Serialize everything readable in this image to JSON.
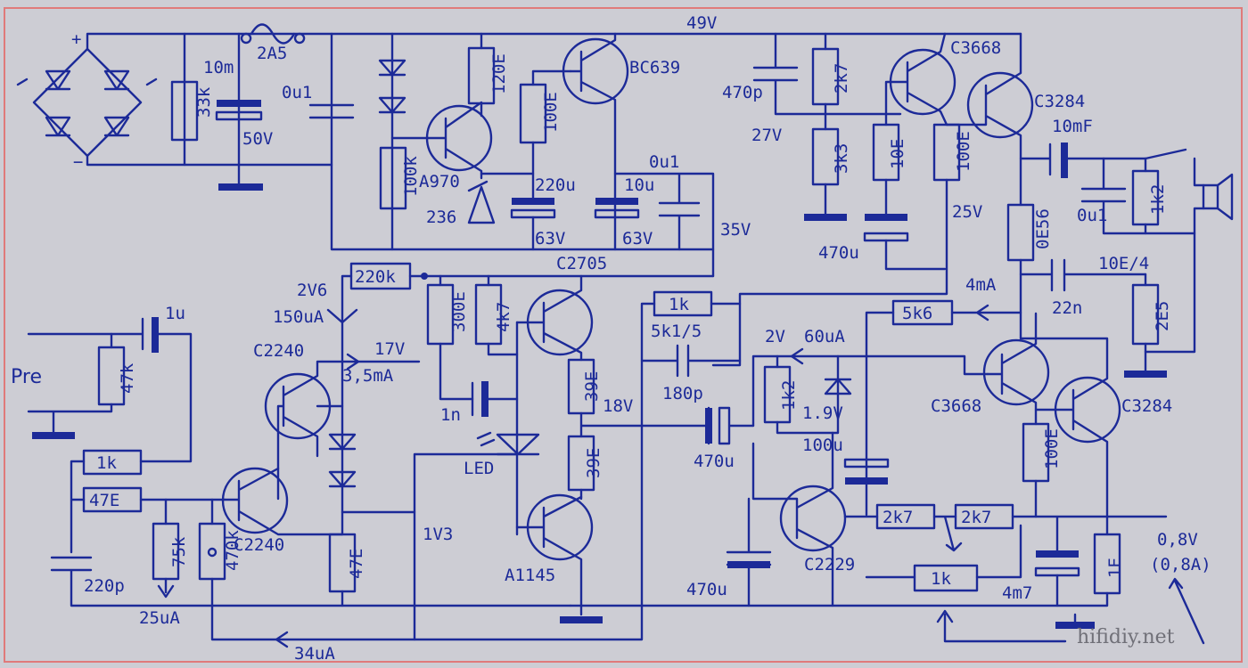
{
  "rails": {
    "main": "49V"
  },
  "labels": {
    "r_33k": "33k",
    "c_10m": "10m",
    "v_50v": "50V",
    "fuse": "2A5",
    "c_0u1_a": "0u1",
    "r_100k": "100k",
    "q_a970": "A970",
    "z_236": "236",
    "r_120e": "120E",
    "r_100e_a": "100E",
    "q_bc639": "BC639",
    "c_220u": "220u",
    "v_63v_a": "63V",
    "c_10u": "10u",
    "v_63v_b": "63V",
    "c_0u1_b": "0u1",
    "v_35v": "35V",
    "c_470p": "470p",
    "v_27v": "27V",
    "r_2k7_a": "2k7",
    "r_3k3": "3k3",
    "q_c3668_a": "C3668",
    "r_10e_a": "10E",
    "r_100e_b": "100E",
    "c_470u_a": "470u",
    "q_c3284_a": "C3284",
    "v_25v": "25V",
    "r_0e56": "0E56",
    "c_10mf": "10mF",
    "c_0u1_c": "0u1",
    "r_1k2_a": "1k2",
    "r_10e4": "10E/4",
    "c_22n": "22n",
    "r_2e5": "2E5",
    "i_4ma": "4mA",
    "r_220k": "220k",
    "r_300e": "300E",
    "r_4k7": "4k7",
    "q_c2705": "C2705",
    "v_2v6": "2V6",
    "i_150ua": "150uA",
    "c_1u": "1u",
    "r_47k": "47k",
    "pre": "Pre",
    "q_c2240_a": "C2240",
    "v_17v": "17V",
    "i_3_5ma": "3,5mA",
    "c_1n": "1n",
    "led": "LED",
    "r_39e_a": "39E",
    "r_39e_b": "39E",
    "v_18v": "18V",
    "q_a1145": "A1145",
    "r_1k_a": "1k",
    "r_5k1_5": "5k1/5",
    "c_180p": "180p",
    "c_470u_b": "470u",
    "r_1k_b": "1k",
    "r_47e_a": "47E",
    "q_c2240_b": "C2240",
    "r_75k": "75k",
    "r_470k": "470k",
    "r_47e_b": "47E",
    "c_220p": "220p",
    "v_1v3": "1V3",
    "i_25ua": "25uA",
    "i_34ua": "34uA",
    "r_5k6": "5k6",
    "v_2v": "2V",
    "i_60ua": "60uA",
    "r_1k2_b": "1k2",
    "v_1_9v": "1.9V",
    "c_100u": "100u",
    "q_c3668_b": "C3668",
    "q_c3284_b": "C3284",
    "r_100e_c": "100E",
    "q_c2229": "C2229",
    "c_470u_c": "470u",
    "r_2k7_b": "2k7",
    "r_2k7_c": "2k7",
    "p_1k": "1k",
    "c_4m7": "4m7",
    "r_1e": "1E",
    "v_0_8v": "0,8V",
    "v_0_8a": "(0,8A)"
  },
  "watermark": "hifidiy.net",
  "colors": {
    "ink": "#1c2a98",
    "background": "#cdcdd4",
    "border": "#e07a7a"
  }
}
